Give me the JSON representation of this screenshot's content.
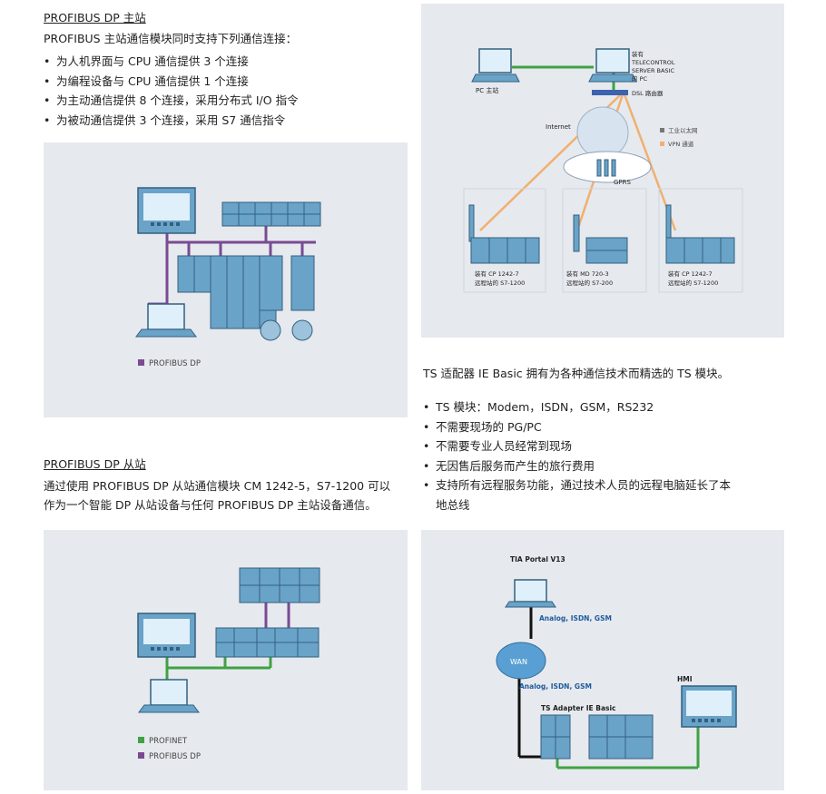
{
  "master": {
    "title": "PROFIBUS DP 主站",
    "intro": "PROFIBUS 主站通信模块同时支持下列通信连接：",
    "bullets": [
      "为人机界面与 CPU 通信提供 3 个连接",
      "为编程设备与 CPU 通信提供 1 个连接",
      "为主动通信提供 8 个连接，采用分布式 I/O 指令",
      "为被动通信提供 3 个连接，采用 S7 通信指令"
    ],
    "diagram_legend": "PROFIBUS DP"
  },
  "slave": {
    "title": "PROFIBUS DP 从站",
    "text_line1": "通过使用 PROFIBUS DP 从站通信模块 CM 1242-5，S7-1200 可以",
    "text_line2": "作为一个智能 DP 从站设备与任何 PROFIBUS DP 主站设备通信。",
    "legend_profinet": "PROFINET",
    "legend_profibus": "PROFIBUS DP"
  },
  "remote_diagram": {
    "pc_master": "PC 主站",
    "server_line1": "装有",
    "server_line2": "TELECONTROL",
    "server_line3": "SERVER BASIC",
    "server_line4": "的 PC",
    "dsl_router": "DSL 路由器",
    "internet": "Internet",
    "legend_industrial_ethernet": "工业以太网",
    "legend_vpn": "VPN 通道",
    "gprs": "GPRS",
    "station1_line1": "装有 CP 1242-7",
    "station1_line2": "远程站的 S7-1200",
    "station2_line1": "装有 MD 720-3",
    "station2_line2": "远程站的 S7-200",
    "station3_line1": "装有 CP 1242-7",
    "station3_line2": "远程站的 S7-1200"
  },
  "ts_adapter": {
    "intro": "TS 适配器 IE Basic 拥有为各种通信技术而精选的 TS 模块。",
    "bullets": [
      "TS 模块：Modem，ISDN，GSM，RS232",
      "不需要现场的 PG/PC",
      "不需要专业人员经常到现场",
      "无因售后服务而产生的旅行费用",
      "支持所有远程服务功能，通过技术人员的远程电脑延长了本"
    ],
    "bullet_cont": "地总线"
  },
  "ts_diagram": {
    "tia": "TIA Portal V13",
    "link1": "Analog, ISDN, GSM",
    "wan": "WAN",
    "link2": "Analog, ISDN, GSM",
    "hmi": "HMI",
    "ts_adapter": "TS Adapter IE Basic"
  },
  "colors": {
    "panel_bg": "#e6e9ee",
    "profibus": "#7a4a92",
    "profinet": "#3fa244",
    "vpn": "#f0b070",
    "device_blue": "#6aa3c8"
  }
}
